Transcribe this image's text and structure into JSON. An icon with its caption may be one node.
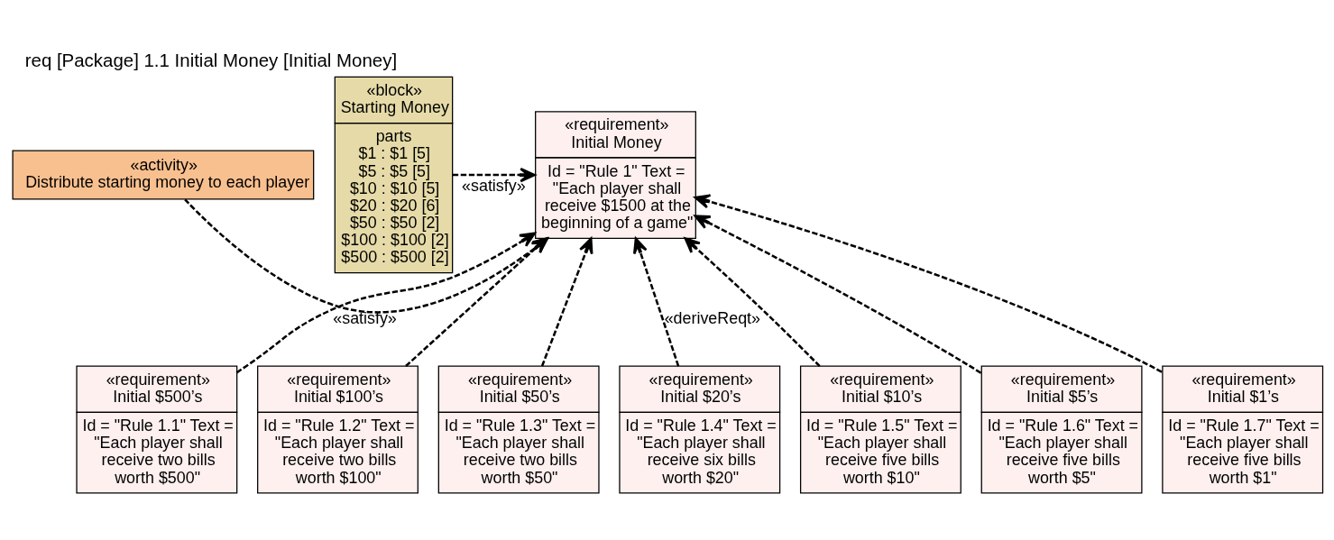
{
  "diagram": {
    "title": "req [Package] 1.1 Initial Money [Initial Money]",
    "nodes": [
      {
        "text": [
          "«activity» Distribute starting money to each player"
        ]
      },
      {
        "text": [
          "«requirement» Initial Money",
          "Id = \"Rule 1\" Text = \"Each player shall receive $1500 at the beginning of a game\""
        ]
      },
      {
        "text": [
          "«block» Starting Money",
          "parts",
          "$1 : $1 [5]",
          "$5 : $5 [5]",
          "$10 : $10 [5]",
          "$20 : $20 [6]",
          "$50 : $50 [2]",
          "$100 : $100 [2]",
          "$500 : $500 [2]"
        ]
      },
      {
        "text": [
          "«requirement» Initial $500’s",
          "Id = \"Rule 1.1\" Text = \"Each player shall receive two bills worth $500\""
        ]
      },
      {
        "text": [
          "«requirement» Initial $100’s",
          "Id = \"Rule 1.2\" Text = \"Each player shall receive two bills worth $100\""
        ]
      },
      {
        "text": [
          "«requirement» Initial $50’s",
          "Id = \"Rule 1.3\" Text = \"Each player shall receive two bills worth $50\""
        ]
      },
      {
        "text": [
          "«requirement» Initial $20’s",
          "Id = \"Rule 1.4\" Text = \"Each player shall receive six bills worth $20\""
        ]
      },
      {
        "text": [
          "«requirement» Initial $10’s",
          "Id = \"Rule 1.5\" Text = \"Each player shall receive five bills worth $10\""
        ]
      },
      {
        "text": [
          "«requirement» Initial $5’s",
          "Id = \"Rule 1.6\" Text = \"Each player shall receive five bills worth $5\""
        ]
      },
      {
        "text": [
          "«requirement» Initial $1’s",
          "Id = \"Rule 1.7\" Text = \"Each player shall receive five bills worth $1\""
        ]
      }
    ],
    "edges": [
      {
        "from": 0,
        "to": 1,
        "arrow": "to",
        "label": "«satisfy»",
        "style": "dashed"
      },
      {
        "from": 2,
        "to": 1,
        "arrow": "to",
        "label": "«satisfy»",
        "style": "dashed"
      },
      {
        "from": 3,
        "to": 1,
        "arrow": "to",
        "style": "dashed"
      },
      {
        "from": 4,
        "to": 1,
        "arrow": "to",
        "style": "dashed"
      },
      {
        "from": 5,
        "to": 1,
        "arrow": "to",
        "style": "dashed"
      },
      {
        "from": 6,
        "to": 1,
        "arrow": "to",
        "label": "«deriveReqt»",
        "style": "dashed"
      },
      {
        "from": 7,
        "to": 1,
        "arrow": "to",
        "style": "dashed"
      },
      {
        "from": 8,
        "to": 1,
        "arrow": "to",
        "style": "dashed"
      },
      {
        "from": 9,
        "to": 1,
        "arrow": "to",
        "style": "dashed"
      }
    ]
  }
}
